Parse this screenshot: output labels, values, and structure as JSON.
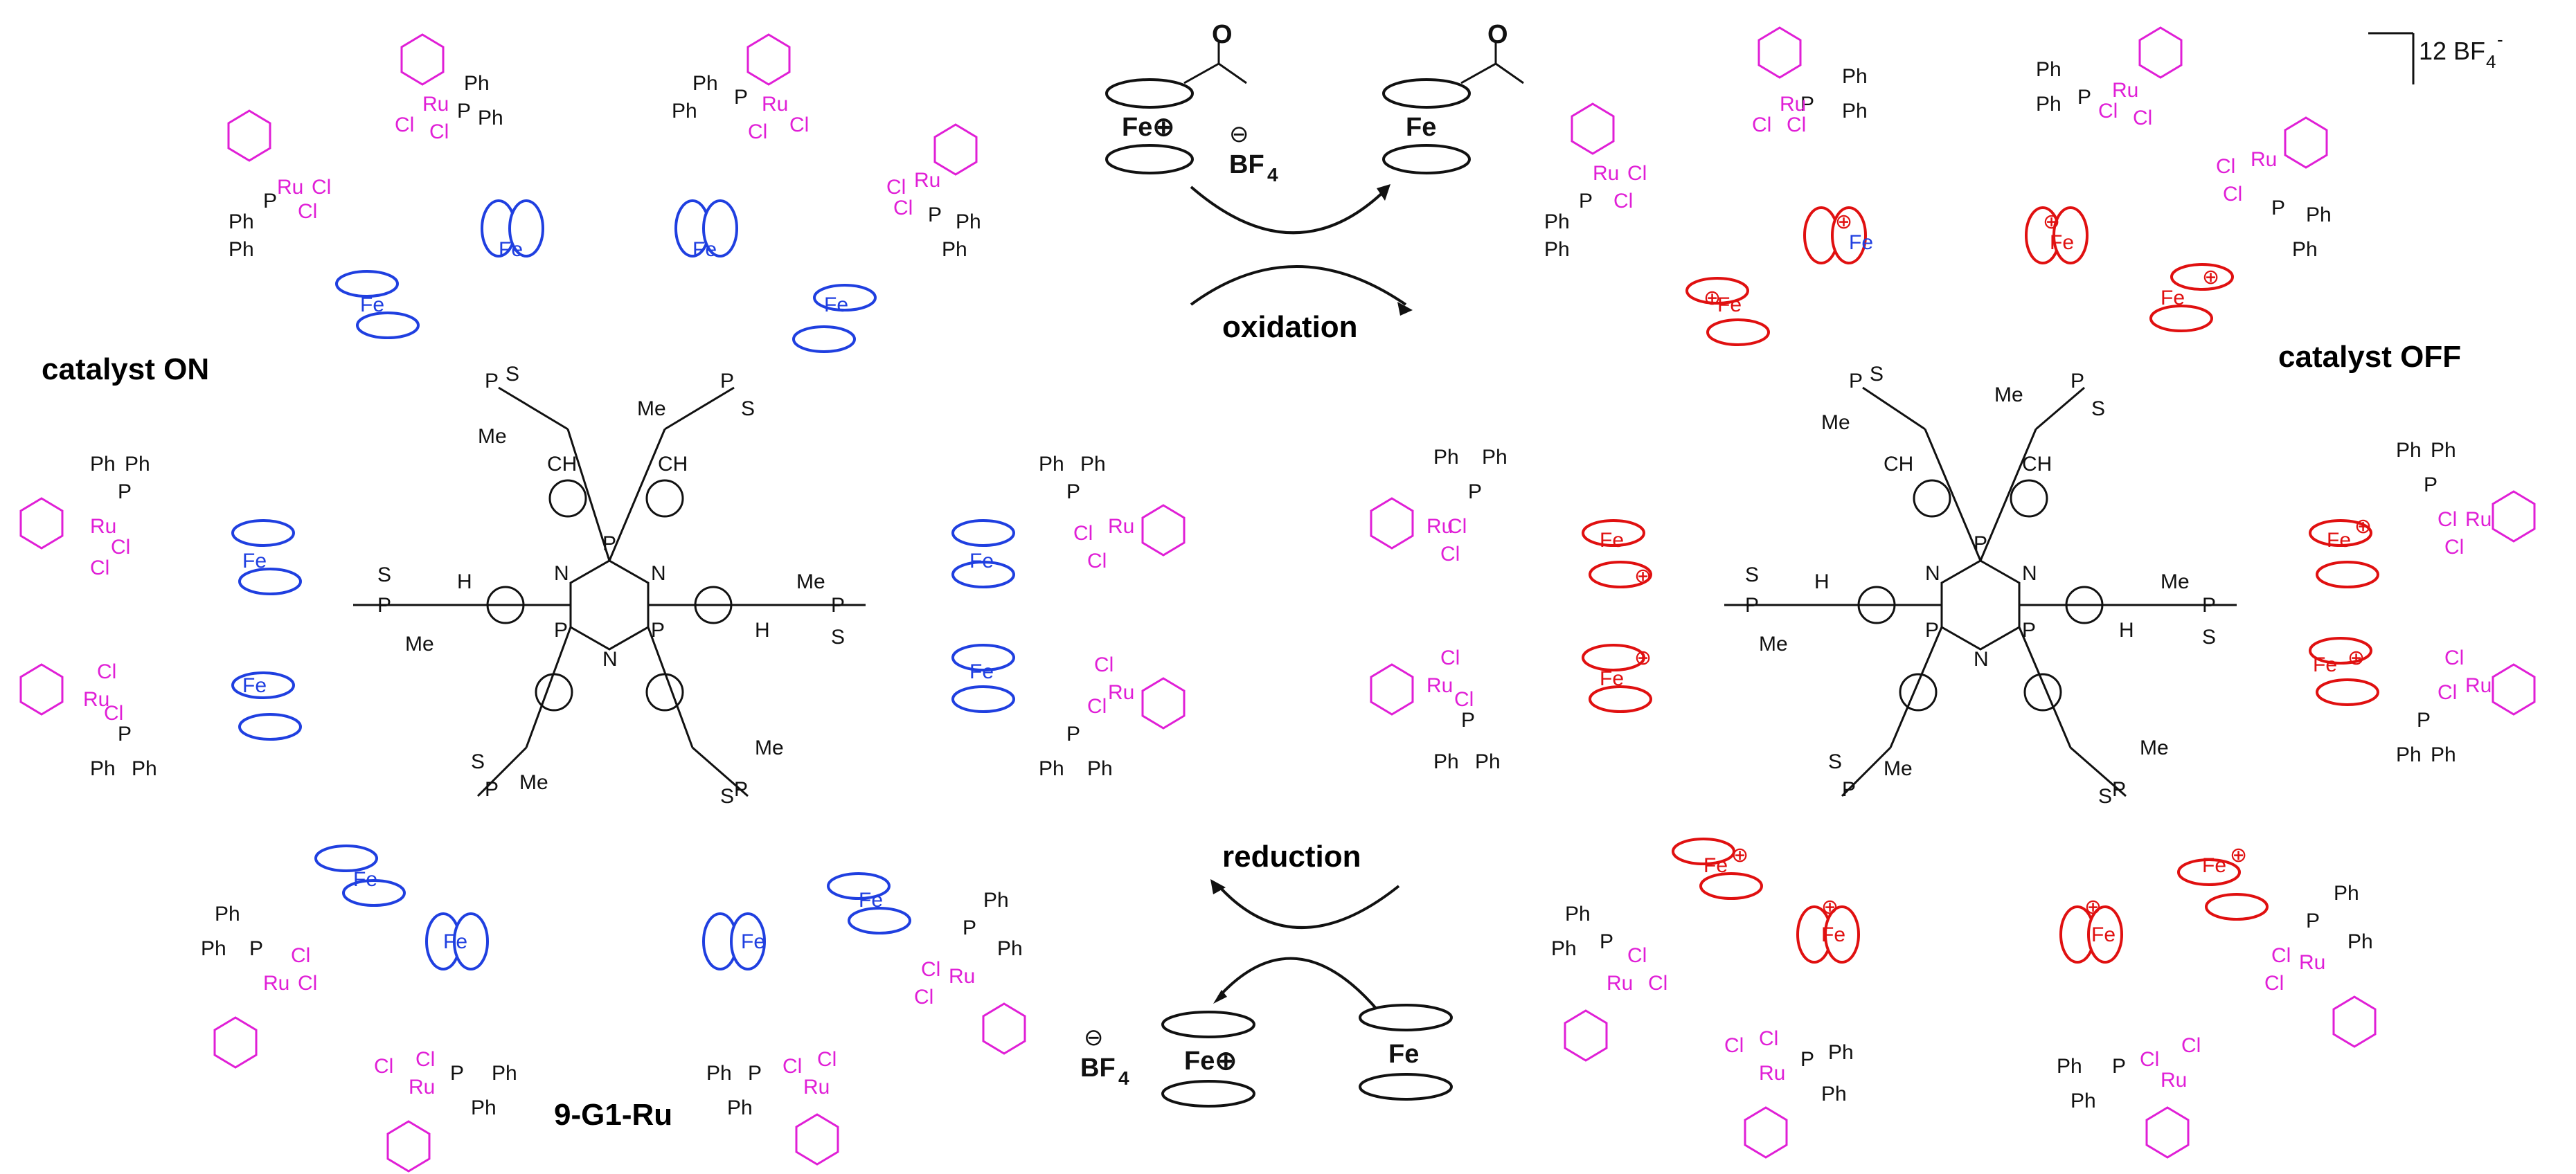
{
  "labels": {
    "catalyst_on": "catalyst ON",
    "catalyst_off": "catalyst OFF",
    "oxidation": "oxidation",
    "reduction": "reduction",
    "compound": "9-G1-Ru",
    "counterion_prefix": "12 BF",
    "counterion_sub": "4",
    "counterion_sup": "-"
  },
  "atoms": {
    "fe": "Fe",
    "fe_plus": "Fe⊕",
    "plus": "⊕",
    "minus": "⊖",
    "bf": "BF",
    "sub4": "4",
    "o": "O",
    "s": "S",
    "p": "P",
    "n": "N",
    "h": "H",
    "me": "Me",
    "ch": "CH",
    "ph": "Ph",
    "ru": "Ru",
    "cl": "Cl"
  },
  "colors": {
    "neutral_ferrocene": "#1f3fe0",
    "oxidized_ferrocene": "#e01010",
    "ruthenium_arene": "#e01fd6",
    "backbone": "#111111"
  }
}
